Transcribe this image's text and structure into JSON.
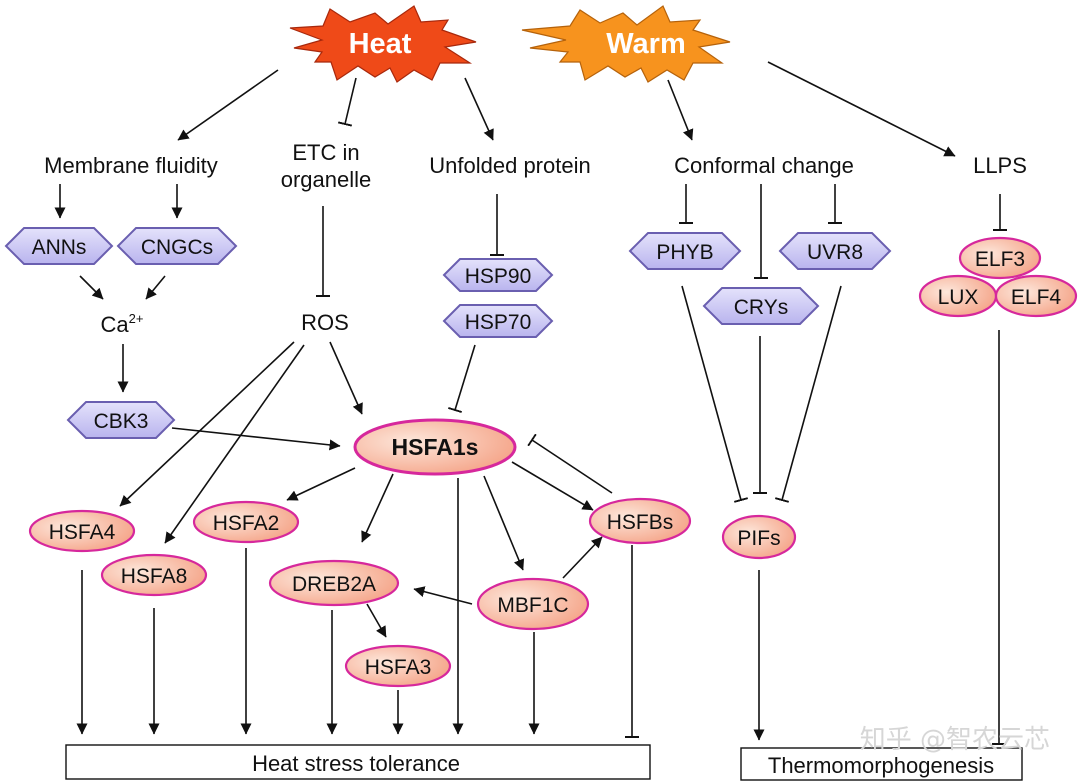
{
  "title": "",
  "stimuli": {
    "heat": "Heat",
    "warm": "Warm",
    "heat_color": "#ef4a18",
    "warm_color": "#f7931e"
  },
  "sensors": {
    "membrane": "Membrane fluidity",
    "etc_line1": "ETC in",
    "etc_line2": "organelle",
    "unfolded": "Unfolded protein",
    "conformal": "Conformal change",
    "llps": "LLPS"
  },
  "mediators": {
    "ca": "Ca",
    "ca_sup": "2+",
    "ros": "ROS"
  },
  "proteins": {
    "anns": "ANNs",
    "cngcs": "CNGCs",
    "cbk3": "CBK3",
    "hsp90": "HSP90",
    "hsp70": "HSP70",
    "phyb": "PHYB",
    "crys": "CRYs",
    "uvr8": "UVR8"
  },
  "factors": {
    "hsfa1s": "HSFA1s",
    "hsfa4": "HSFA4",
    "hsfa8": "HSFA8",
    "hsfa2": "HSFA2",
    "dreb2a": "DREB2A",
    "hsfa3": "HSFA3",
    "mbf1c": "MBF1C",
    "hsfbs": "HSFBs",
    "pifs": "PIFs",
    "elf3": "ELF3",
    "lux": "LUX",
    "elf4": "ELF4"
  },
  "outcomes": {
    "heat_stress": "Heat stress tolerance",
    "thermo": "Thermomorphogenesis"
  },
  "watermark": "知乎 @智农云芯",
  "colors": {
    "hexagon_fill": "#c9c6f2",
    "hexagon_stroke": "#6a5fb0",
    "oval_fill": "#f5a78c",
    "oval_stroke": "#d6289c"
  },
  "diagram": {
    "nodes": [
      {
        "id": "heat",
        "label": "Heat",
        "shape": "starburst"
      },
      {
        "id": "warm",
        "label": "Warm",
        "shape": "starburst"
      },
      {
        "id": "membrane",
        "label": "Membrane fluidity",
        "shape": "text"
      },
      {
        "id": "etc",
        "label": "ETC in organelle",
        "shape": "text"
      },
      {
        "id": "unfolded",
        "label": "Unfolded protein",
        "shape": "text"
      },
      {
        "id": "conformal",
        "label": "Conformal change",
        "shape": "text"
      },
      {
        "id": "llps",
        "label": "LLPS",
        "shape": "text"
      },
      {
        "id": "anns",
        "label": "ANNs",
        "shape": "hexagon"
      },
      {
        "id": "cngcs",
        "label": "CNGCs",
        "shape": "hexagon"
      },
      {
        "id": "ca",
        "label": "Ca2+",
        "shape": "text"
      },
      {
        "id": "cbk3",
        "label": "CBK3",
        "shape": "hexagon"
      },
      {
        "id": "ros",
        "label": "ROS",
        "shape": "text"
      },
      {
        "id": "hsp90",
        "label": "HSP90",
        "shape": "hexagon"
      },
      {
        "id": "hsp70",
        "label": "HSP70",
        "shape": "hexagon"
      },
      {
        "id": "hsfa1s",
        "label": "HSFA1s",
        "shape": "oval"
      },
      {
        "id": "hsfa4",
        "label": "HSFA4",
        "shape": "oval"
      },
      {
        "id": "hsfa8",
        "label": "HSFA8",
        "shape": "oval"
      },
      {
        "id": "hsfa2",
        "label": "HSFA2",
        "shape": "oval"
      },
      {
        "id": "dreb2a",
        "label": "DREB2A",
        "shape": "oval"
      },
      {
        "id": "hsfa3",
        "label": "HSFA3",
        "shape": "oval"
      },
      {
        "id": "mbf1c",
        "label": "MBF1C",
        "shape": "oval"
      },
      {
        "id": "hsfbs",
        "label": "HSFBs",
        "shape": "oval"
      },
      {
        "id": "phyb",
        "label": "PHYB",
        "shape": "hexagon"
      },
      {
        "id": "crys",
        "label": "CRYs",
        "shape": "hexagon"
      },
      {
        "id": "uvr8",
        "label": "UVR8",
        "shape": "hexagon"
      },
      {
        "id": "pifs",
        "label": "PIFs",
        "shape": "oval"
      },
      {
        "id": "elf3",
        "label": "ELF3",
        "shape": "oval"
      },
      {
        "id": "lux",
        "label": "LUX",
        "shape": "oval"
      },
      {
        "id": "elf4",
        "label": "ELF4",
        "shape": "oval"
      },
      {
        "id": "heat_stress",
        "label": "Heat stress tolerance",
        "shape": "box"
      },
      {
        "id": "thermo",
        "label": "Thermomorphogenesis",
        "shape": "box"
      }
    ],
    "edges": [
      {
        "from": "heat",
        "to": "membrane",
        "type": "activate"
      },
      {
        "from": "heat",
        "to": "etc",
        "type": "inhibit"
      },
      {
        "from": "heat",
        "to": "unfolded",
        "type": "activate"
      },
      {
        "from": "warm",
        "to": "conformal",
        "type": "activate"
      },
      {
        "from": "warm",
        "to": "llps",
        "type": "activate"
      },
      {
        "from": "membrane",
        "to": "anns",
        "type": "activate"
      },
      {
        "from": "membrane",
        "to": "cngcs",
        "type": "activate"
      },
      {
        "from": "anns",
        "to": "ca",
        "type": "activate"
      },
      {
        "from": "cngcs",
        "to": "ca",
        "type": "activate"
      },
      {
        "from": "ca",
        "to": "cbk3",
        "type": "activate"
      },
      {
        "from": "cbk3",
        "to": "hsfa1s",
        "type": "activate"
      },
      {
        "from": "etc",
        "to": "ros",
        "type": "inhibit"
      },
      {
        "from": "ros",
        "to": "hsfa1s",
        "type": "activate"
      },
      {
        "from": "ros",
        "to": "hsfa4",
        "type": "activate"
      },
      {
        "from": "ros",
        "to": "hsfa8",
        "type": "activate"
      },
      {
        "from": "unfolded",
        "to": "hsp90",
        "type": "inhibit"
      },
      {
        "from": "hsp70",
        "to": "hsfa1s",
        "type": "inhibit"
      },
      {
        "from": "hsfbs",
        "to": "hsfa1s",
        "type": "inhibit"
      },
      {
        "from": "hsfa1s",
        "to": "hsfa2",
        "type": "activate"
      },
      {
        "from": "hsfa1s",
        "to": "dreb2a",
        "type": "activate"
      },
      {
        "from": "hsfa1s",
        "to": "heat_stress",
        "type": "activate"
      },
      {
        "from": "hsfa1s",
        "to": "mbf1c",
        "type": "activate"
      },
      {
        "from": "hsfa1s",
        "to": "hsfbs",
        "type": "activate"
      },
      {
        "from": "mbf1c",
        "to": "hsfbs",
        "type": "activate"
      },
      {
        "from": "mbf1c",
        "to": "dreb2a",
        "type": "activate"
      },
      {
        "from": "dreb2a",
        "to": "hsfa3",
        "type": "activate"
      },
      {
        "from": "hsfa4",
        "to": "heat_stress",
        "type": "activate"
      },
      {
        "from": "hsfa8",
        "to": "heat_stress",
        "type": "activate"
      },
      {
        "from": "hsfa2",
        "to": "heat_stress",
        "type": "activate"
      },
      {
        "from": "dreb2a",
        "to": "heat_stress",
        "type": "activate"
      },
      {
        "from": "hsfa3",
        "to": "heat_stress",
        "type": "activate"
      },
      {
        "from": "mbf1c",
        "to": "heat_stress",
        "type": "activate"
      },
      {
        "from": "hsfbs",
        "to": "heat_stress",
        "type": "inhibit"
      },
      {
        "from": "conformal",
        "to": "phyb",
        "type": "inhibit"
      },
      {
        "from": "conformal",
        "to": "crys",
        "type": "inhibit"
      },
      {
        "from": "conformal",
        "to": "uvr8",
        "type": "inhibit"
      },
      {
        "from": "phyb",
        "to": "pifs",
        "type": "inhibit"
      },
      {
        "from": "crys",
        "to": "pifs",
        "type": "inhibit"
      },
      {
        "from": "uvr8",
        "to": "pifs",
        "type": "inhibit"
      },
      {
        "from": "llps",
        "to": "elf3",
        "type": "inhibit"
      },
      {
        "from": "pifs",
        "to": "thermo",
        "type": "activate"
      },
      {
        "from": "elf4",
        "to": "thermo",
        "type": "inhibit"
      }
    ]
  }
}
